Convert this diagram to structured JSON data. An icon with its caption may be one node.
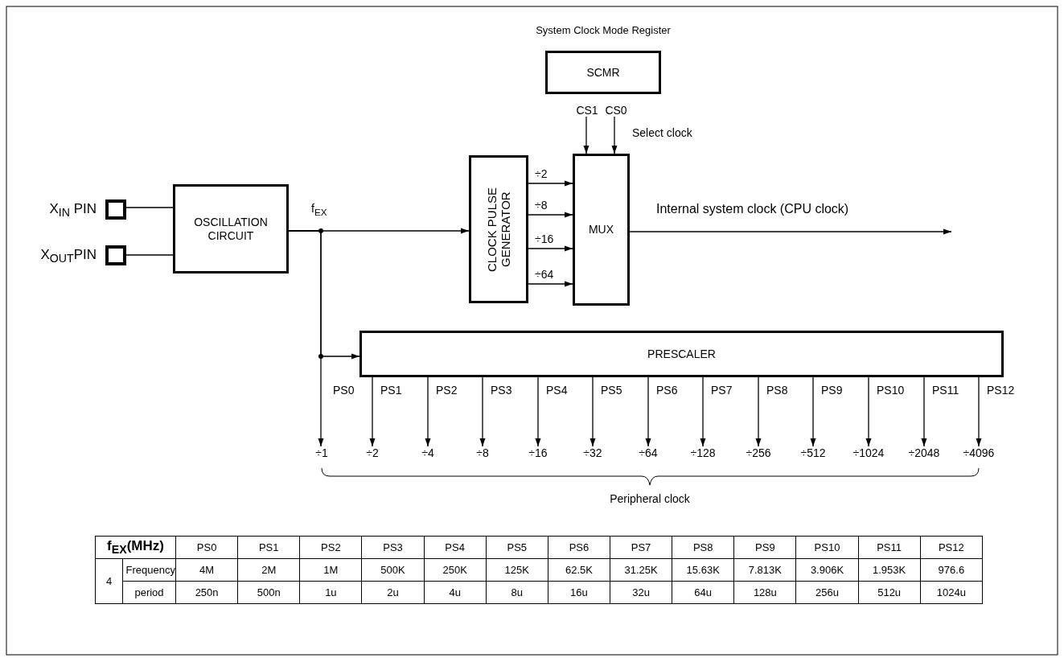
{
  "diagram": {
    "nodes": [
      {
        "text": [
          "SCMR"
        ],
        "beside": [
          "System Clock Mode Register"
        ]
      },
      {
        "text": [
          "CS1"
        ]
      },
      {
        "text": [
          "CS0"
        ]
      },
      {
        "text": [
          "CLOCK PULSE GENERATOR"
        ]
      },
      {
        "text": [
          "MUX"
        ]
      },
      {
        "text": [],
        "shape": "box",
        "beside": [
          "X$_{IN}$ PIN"
        ]
      },
      {
        "text": [],
        "shape": "box",
        "beside": [
          "X$_{OUT}$PIN"
        ]
      },
      {
        "text": [
          "OSCILLATION CIRCUIT"
        ]
      },
      {
        "text": [
          "PRESCALER"
        ]
      },
      {
        "text": [
          "÷1"
        ]
      },
      {
        "text": [
          "÷2"
        ]
      },
      {
        "text": [
          "÷4"
        ]
      },
      {
        "text": [
          "÷8"
        ]
      },
      {
        "text": [
          "÷16"
        ]
      },
      {
        "text": [
          "÷32"
        ]
      },
      {
        "text": [
          "÷64"
        ]
      },
      {
        "text": [
          "÷128"
        ]
      },
      {
        "text": [
          "÷256"
        ]
      },
      {
        "text": [
          "÷512"
        ]
      },
      {
        "text": [
          "÷1024"
        ]
      },
      {
        "text": [
          "÷2048"
        ]
      },
      {
        "text": [
          "÷4096"
        ]
      }
    ],
    "edges": [
      {
        "from": 1,
        "to": 4,
        "arrow": "to"
      },
      {
        "from": 2,
        "to": 4,
        "arrow": "to"
      },
      {
        "from": 5,
        "to": 7,
        "arrow": "none"
      },
      {
        "from": 6,
        "to": 7,
        "arrow": "none"
      },
      {
        "from": 7,
        "to": 3,
        "arrow": "to",
        "label": "f$_{EX}$"
      },
      {
        "from": 7,
        "to": 8,
        "arrow": "to"
      },
      {
        "from": 7,
        "to": 9,
        "arrow": "to",
        "label": "PS0"
      },
      {
        "from": 3,
        "to": 4,
        "arrow": "to",
        "label": "÷2"
      },
      {
        "from": 3,
        "to": 4,
        "arrow": "to",
        "label": "÷8"
      },
      {
        "from": 3,
        "to": 4,
        "arrow": "to",
        "label": "÷16"
      },
      {
        "from": 3,
        "to": 4,
        "arrow": "to",
        "label": "÷64"
      },
      {
        "from": 4,
        "to": null,
        "arrow": "to",
        "label": "Internal system clock (CPU clock)"
      },
      {
        "from": 8,
        "to": 10,
        "arrow": "to",
        "label": "PS1"
      },
      {
        "from": 8,
        "to": 11,
        "arrow": "to",
        "label": "PS2"
      },
      {
        "from": 8,
        "to": 12,
        "arrow": "to",
        "label": "PS3"
      },
      {
        "from": 8,
        "to": 13,
        "arrow": "to",
        "label": "PS4"
      },
      {
        "from": 8,
        "to": 14,
        "arrow": "to",
        "label": "PS5"
      },
      {
        "from": 8,
        "to": 15,
        "arrow": "to",
        "label": "PS6"
      },
      {
        "from": 8,
        "to": 16,
        "arrow": "to",
        "label": "PS7"
      },
      {
        "from": 8,
        "to": 17,
        "arrow": "to",
        "label": "PS8"
      },
      {
        "from": 8,
        "to": 18,
        "arrow": "to",
        "label": "PS9"
      },
      {
        "from": 8,
        "to": 19,
        "arrow": "to",
        "label": "PS10"
      },
      {
        "from": 8,
        "to": 20,
        "arrow": "to",
        "label": "PS11"
      },
      {
        "from": 8,
        "to": 21,
        "arrow": "to",
        "label": "PS12"
      }
    ],
    "labels": [
      "Select clock",
      "Peripheral clock",
      "f$_{EX}$(MHz)",
      "PS0",
      "PS1",
      "PS2",
      "PS3",
      "PS4",
      "PS5",
      "PS6",
      "PS7",
      "PS8",
      "PS9",
      "PS10",
      "PS11",
      "PS12",
      "4",
      "Frequency",
      "4M",
      "2M",
      "1M",
      "500K",
      "250K",
      "125K",
      "62.5K",
      "31.25K",
      "15.63K",
      "7.813K",
      "3.906K",
      "1.953K",
      "976.6",
      "period",
      "250n",
      "500n",
      "1u",
      "2u",
      "4u",
      "8u",
      "16u",
      "32u",
      "64u",
      "128u",
      "256u",
      "512u",
      "1024u"
    ]
  }
}
